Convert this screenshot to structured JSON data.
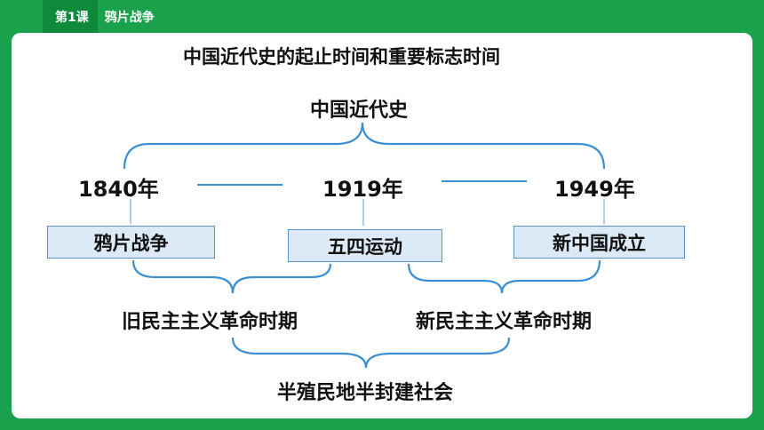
{
  "header": {
    "lesson_number": "第1课",
    "lesson_title": "鸦片战争"
  },
  "diagram": {
    "title": "中国近代史的起止时间和重要标志时间",
    "root": "中国近代史",
    "years": [
      "1840年",
      "1919年",
      "1949年"
    ],
    "events": [
      "鸦片战争",
      "五四运动",
      "新中国成立"
    ],
    "periods": [
      "旧民主主义革命时期",
      "新民主主义革命时期"
    ],
    "society": "半殖民地半封建社会"
  },
  "colors": {
    "background_green": "#1aa14b",
    "brace_blue": "#3b8fd3",
    "box_fill": "#dce9f6",
    "box_border": "#5b8fcf"
  }
}
